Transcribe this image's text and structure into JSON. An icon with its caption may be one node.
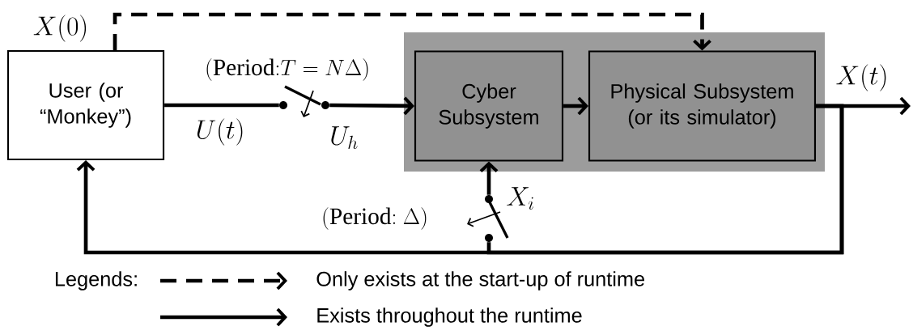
{
  "diagram": {
    "nodes": [
      {
        "text": [
          "User (or “Monkey”)"
        ]
      },
      {
        "text": [],
        "shape": "box"
      },
      {
        "text": [
          "Cyber Subsystem"
        ],
        "in": 1
      },
      {
        "text": [
          "Physical Subsystem (or its simulator)"
        ],
        "in": 1
      },
      {
        "text": [],
        "shape": "switch"
      },
      {
        "text": [],
        "shape": "switch"
      }
    ],
    "edges": [
      {
        "from": 0,
        "to": 4,
        "arrow": "none"
      },
      {
        "from": 4,
        "to": 2,
        "arrow": "to"
      },
      {
        "from": 2,
        "to": 3,
        "arrow": "to"
      },
      {
        "from": 0,
        "to": 3,
        "arrow": "to",
        "style": "dashed"
      },
      {
        "from": 3,
        "to": null,
        "arrow": "to"
      },
      {
        "from": 3,
        "to": 0,
        "arrow": "to"
      },
      {
        "from": 3,
        "to": 5,
        "arrow": "none"
      },
      {
        "from": 5,
        "to": 2,
        "arrow": "to"
      }
    ],
    "labels": [
      "X(0)",
      "(\\mathrm{Period{:}}T = N\\Delta)",
      "U(t)",
      "U_h",
      "X(t)",
      "(\\mathrm{Period{:}}\\ \\Delta)",
      "X_i",
      "Legends:"
    ],
    "legend": [
      {
        "text": "Only exists at the start-up of runtime"
      },
      {
        "text": "Exists throughout the runtime"
      }
    ]
  }
}
